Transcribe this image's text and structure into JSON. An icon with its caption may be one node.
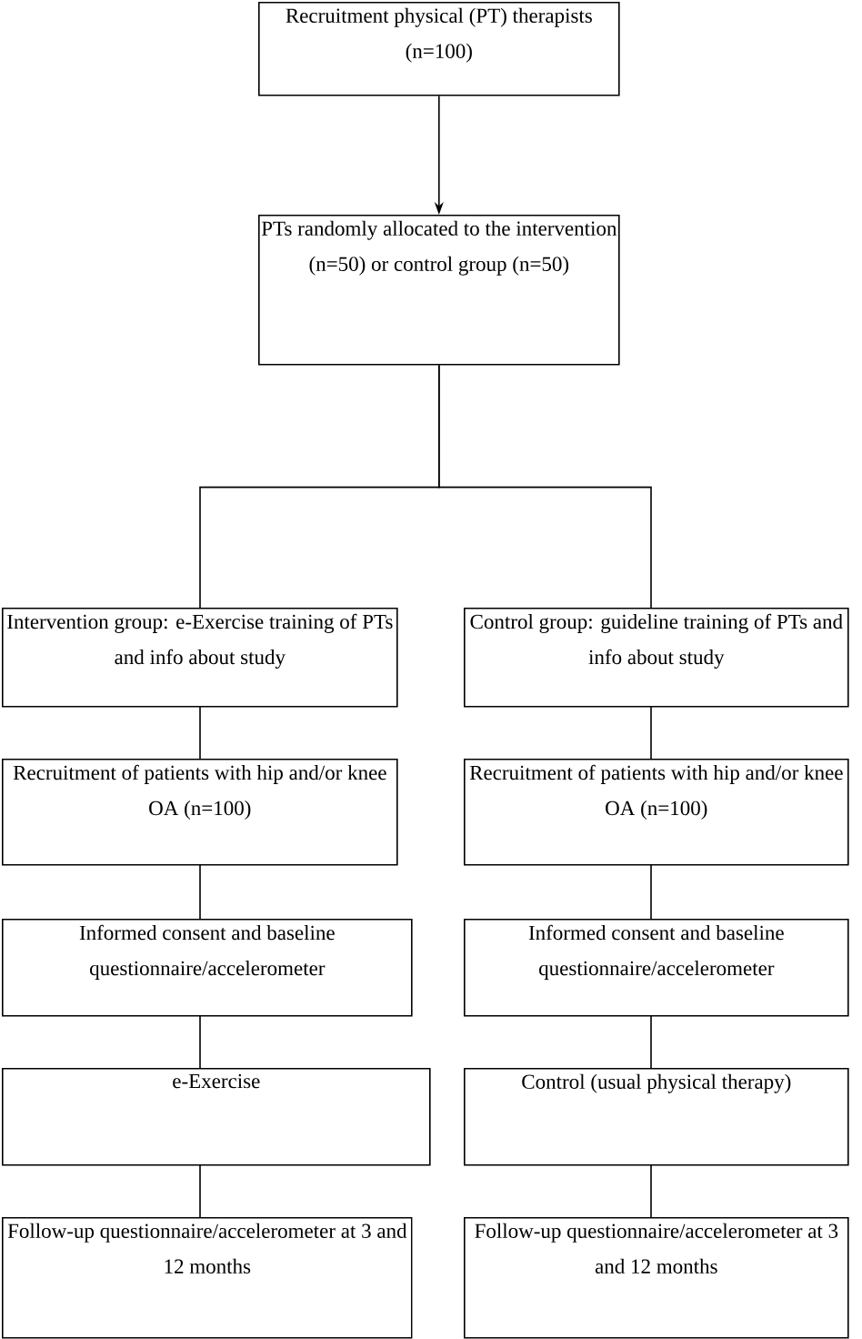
{
  "diagram": {
    "nodes": [
      {
        "text": [
          "Recruitment physical (PT) therapists (n=100)"
        ]
      },
      {
        "text": [
          "PTs randomly allocated to the intervention (n=50) or control group (n=50)"
        ]
      },
      {
        "text": [
          "Intervention group: e-Exercise training of PTs and info about study"
        ]
      },
      {
        "text": [
          "Control group: guideline training of PTs and info about study"
        ]
      },
      {
        "text": [
          "Recruitment of patients with hip and/or knee OA (n=100)"
        ]
      },
      {
        "text": [
          "Recruitment of patients with hip and/or knee OA (n=100)"
        ]
      },
      {
        "text": [
          "Informed consent and baseline questionnaire/accelerometer"
        ]
      },
      {
        "text": [
          "Informed consent and baseline questionnaire/accelerometer"
        ]
      },
      {
        "text": [
          "e-Exercise"
        ]
      },
      {
        "text": [
          "Control (usual physical therapy)"
        ]
      },
      {
        "text": [
          "Follow-up questionnaire/accelerometer at 3 and 12 months"
        ]
      },
      {
        "text": [
          "Follow-up questionnaire/accelerometer at 3 and 12 months"
        ]
      }
    ],
    "edges": [
      {
        "from": 0,
        "to": 1,
        "arrow": "to"
      },
      {
        "from": 1,
        "to": 2,
        "arrow": "none"
      },
      {
        "from": 1,
        "to": 3,
        "arrow": "none"
      },
      {
        "from": 2,
        "to": 4,
        "arrow": "none"
      },
      {
        "from": 4,
        "to": 6,
        "arrow": "none"
      },
      {
        "from": 6,
        "to": 8,
        "arrow": "none"
      },
      {
        "from": 8,
        "to": 10,
        "arrow": "none"
      },
      {
        "from": 3,
        "to": 5,
        "arrow": "none"
      },
      {
        "from": 5,
        "to": 7,
        "arrow": "none"
      },
      {
        "from": 7,
        "to": 9,
        "arrow": "none"
      },
      {
        "from": 9,
        "to": 11,
        "arrow": "none"
      }
    ]
  }
}
